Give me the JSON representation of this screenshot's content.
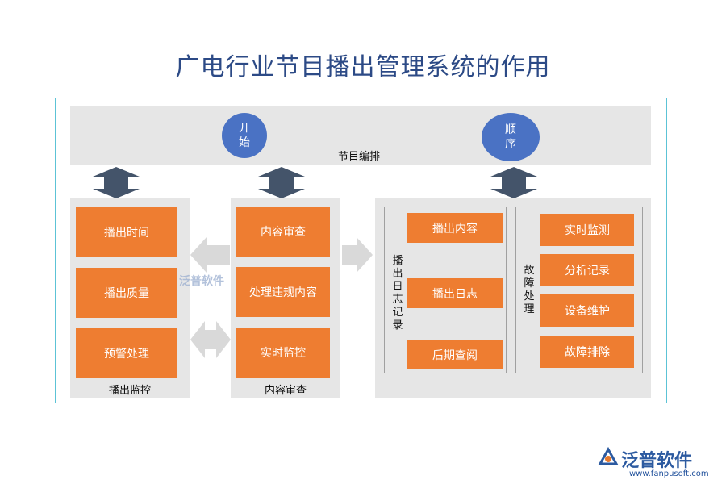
{
  "title": "广电行业节目播出管理系统的作用",
  "top": {
    "start_label": "开始",
    "order_label": "顺序",
    "bar_label": "节目编排"
  },
  "broadcast_monitor": {
    "label": "播出监控",
    "items": [
      "播出时间",
      "播出质量",
      "预警处理"
    ]
  },
  "content_review": {
    "label": "内容审查",
    "items": [
      "内容审查",
      "处理违规内容",
      "实时监控"
    ]
  },
  "log_record": {
    "label": "播出日志记录",
    "items": [
      "播出内容",
      "播出日志",
      "后期查阅"
    ]
  },
  "fault_handling": {
    "label": "故障处理",
    "items": [
      "实时监测",
      "分析记录",
      "设备维护",
      "故障排除"
    ]
  },
  "watermark": {
    "text": "泛普软件"
  },
  "brand": {
    "name": "泛普软件",
    "url": "www.fanpusoft.com"
  },
  "colors": {
    "orange": "#ee7d31",
    "blue_circle": "#4a72c4",
    "dark_arrow": "#44546a",
    "light_arrow": "#d9d9d9",
    "panel_gray": "#e6e6e6",
    "title_blue": "#2c4a86"
  }
}
